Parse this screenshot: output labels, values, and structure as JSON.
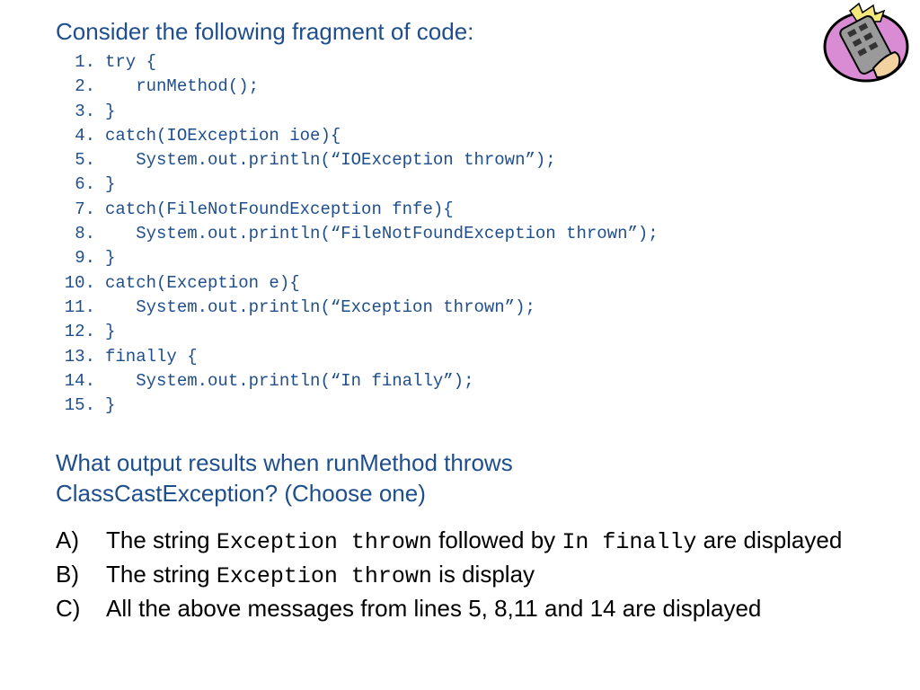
{
  "heading": "Consider the following fragment of code:",
  "code_lines": [
    {
      "num": "1.",
      "text": "try {"
    },
    {
      "num": "2.",
      "text": "   runMethod();"
    },
    {
      "num": "3.",
      "text": "}"
    },
    {
      "num": "4.",
      "text": "catch(IOException ioe){"
    },
    {
      "num": "5.",
      "text": "   System.out.println(“IOException thrown”);"
    },
    {
      "num": "6.",
      "text": "}"
    },
    {
      "num": "7.",
      "text": "catch(FileNotFoundException fnfe){"
    },
    {
      "num": "8.",
      "text": "   System.out.println(“FileNotFoundException thrown”);"
    },
    {
      "num": "9.",
      "text": "}"
    },
    {
      "num": "10.",
      "text": "catch(Exception e){"
    },
    {
      "num": "11.",
      "text": "   System.out.println(“Exception thrown”);"
    },
    {
      "num": "12.",
      "text": "}"
    },
    {
      "num": "13.",
      "text": "finally {"
    },
    {
      "num": "14.",
      "text": "   System.out.println(“In finally”);"
    },
    {
      "num": "15.",
      "text": "}"
    }
  ],
  "question": "What output results when runMethod throws ClassCastException? (Choose one)",
  "options": [
    {
      "letter": "A)",
      "parts": [
        {
          "text": "The string ",
          "mono": false
        },
        {
          "text": "Exception thrown",
          "mono": true
        },
        {
          "text": " followed by ",
          "mono": false
        },
        {
          "text": "In finally",
          "mono": true
        },
        {
          "text": " are displayed",
          "mono": false
        }
      ]
    },
    {
      "letter": "B)",
      "parts": [
        {
          "text": "The string ",
          "mono": false
        },
        {
          "text": "Exception thrown",
          "mono": true
        },
        {
          "text": " is display",
          "mono": false
        }
      ]
    },
    {
      "letter": "C)",
      "parts": [
        {
          "text": "All the above messages from lines 5, 8,11 and 14 are displayed",
          "mono": false
        }
      ]
    }
  ],
  "clipart": {
    "icon": "remote-control-icon"
  },
  "colors": {
    "heading": "#1f4e8c",
    "body_text": "#000000",
    "clipart_fill": "#d98cd4"
  }
}
